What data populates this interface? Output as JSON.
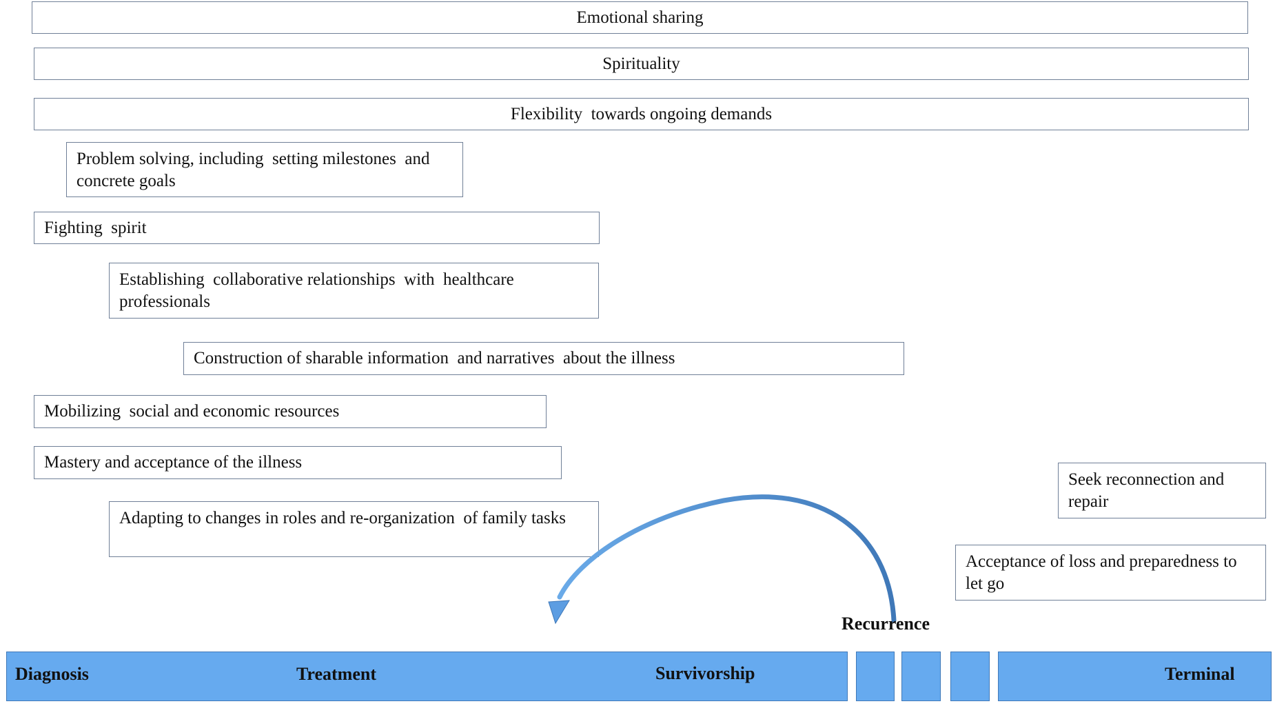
{
  "strategies": {
    "emotional_sharing": "Emotional sharing",
    "spirituality": "Spirituality",
    "flexibility": "Flexibility  towards ongoing demands",
    "problem_solving": "Problem solving, including  setting milestones  and concrete goals",
    "fighting_spirit": "Fighting  spirit",
    "collaborative": "Establishing  collaborative relationships  with  healthcare professionals",
    "construction": "Construction of sharable information  and narratives  about the illness",
    "mobilizing": "Mobilizing  social and economic resources",
    "mastery": "Mastery and acceptance of the illness",
    "adapting": "Adapting to changes in roles and re-organization  of family tasks",
    "seek_reconnection": "Seek reconnection and repair",
    "acceptance_loss": "Acceptance of loss and preparedness to let go"
  },
  "timeline": {
    "recurrence_label": "Recurrence",
    "diagnosis": "Diagnosis",
    "treatment": "Treatment",
    "survivorship": "Survivorship",
    "terminal": "Terminal"
  },
  "colors": {
    "stage_fill": "#66aaef",
    "arrow": "#4d8fd0",
    "box_border": "#6f7f97"
  }
}
